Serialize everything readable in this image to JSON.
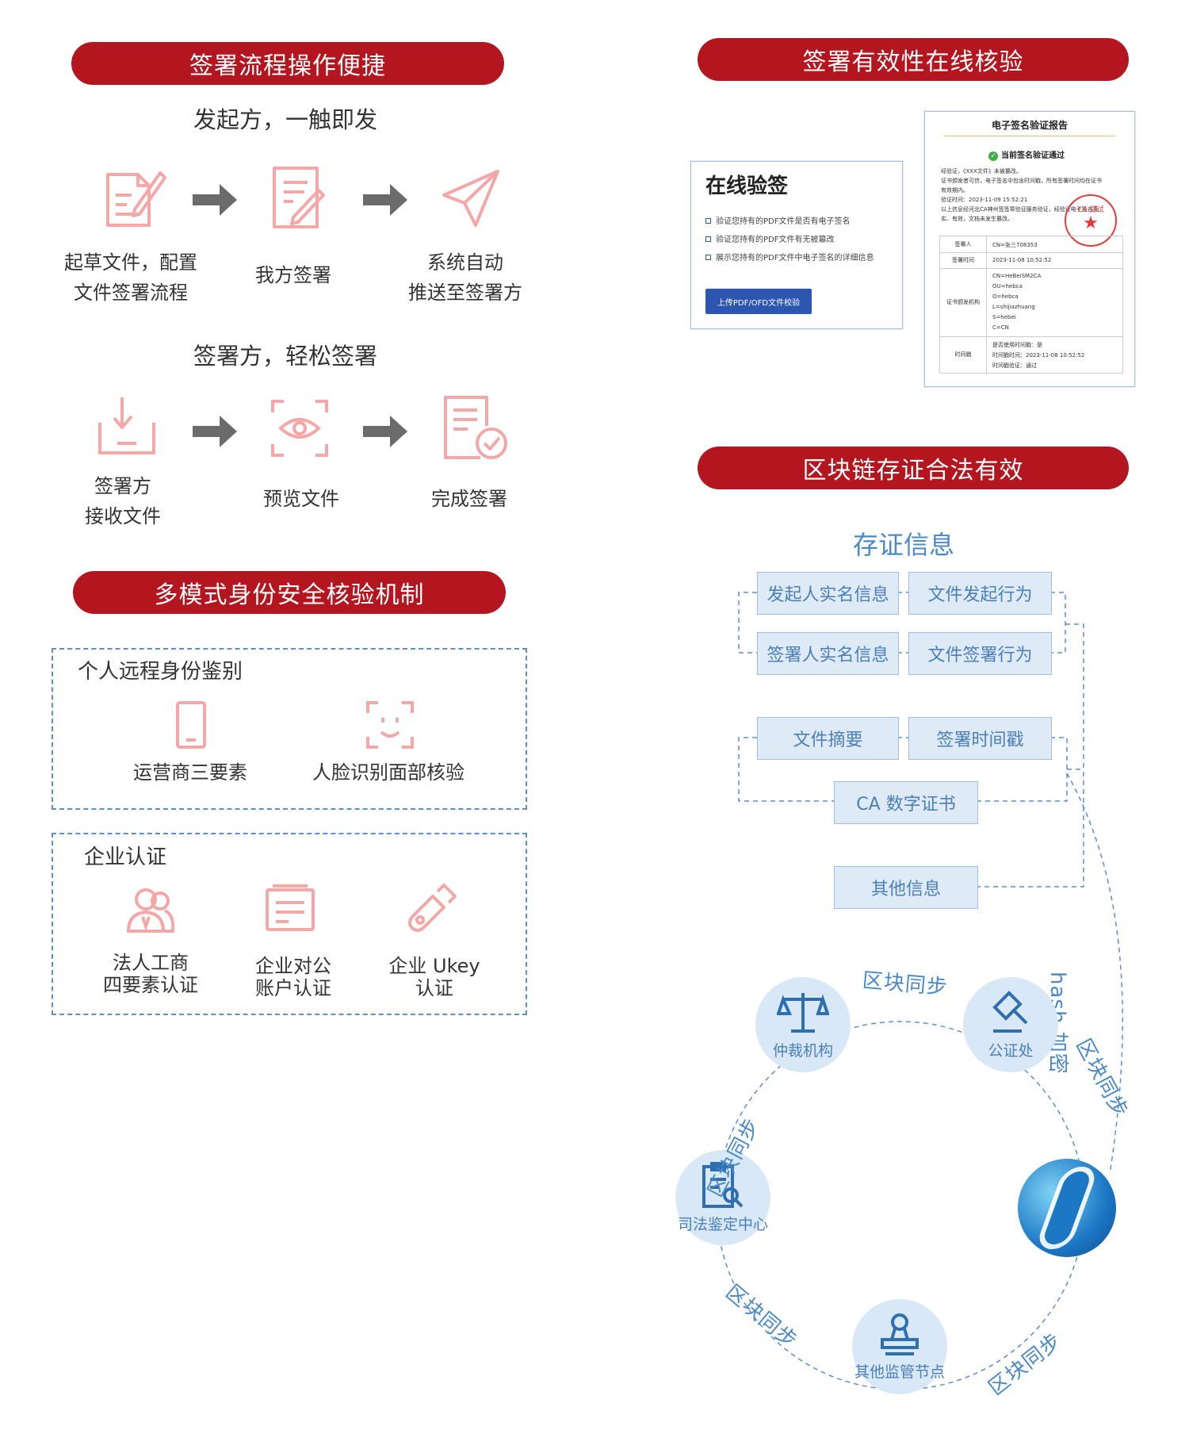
{
  "left": {
    "section1": {
      "title": "签署流程操作便捷",
      "initiator": "发起方，一触即发",
      "initiator_steps": [
        {
          "line1": "起草文件，配置",
          "line2": "文件签署流程"
        },
        {
          "line1": "我方签署",
          "line2": ""
        },
        {
          "line1": "系统自动",
          "line2": "推送至签署方"
        }
      ],
      "signer": "签署方，轻松签署",
      "signer_steps": [
        {
          "line1": "签署方",
          "line2": "接收文件"
        },
        {
          "line1": "预览文件",
          "line2": ""
        },
        {
          "line1": "完成签署",
          "line2": ""
        }
      ]
    },
    "section2": {
      "title": "多模式身份安全核验机制",
      "personal_title": "个人远程身份鉴别",
      "personal_items": [
        "运营商三要素",
        "人脸识别面部核验"
      ],
      "enterprise_title": "企业认证",
      "enterprise_items": [
        {
          "line1": "法人工商",
          "line2": "四要素认证"
        },
        {
          "line1": "企业对公",
          "line2": "账户认证"
        },
        {
          "line1": "企业 Ukey",
          "line2": "认证"
        }
      ]
    }
  },
  "right": {
    "section1": {
      "title": "签署有效性在线核验",
      "card_title": "在线验签",
      "card_items": [
        "验证您持有的PDF文件是否有电子签名",
        "验证您持有的PDF文件有无被篡改",
        "展示您持有的PDF文件中电子签名的详细信息"
      ],
      "card_button": "上传PDF/OFD文件校验",
      "report": {
        "title": "电子签名验证报告",
        "status": "当前签名验证通过",
        "lines": [
          "经验证，《XXX文件》未被篡改。",
          "证书颁发者可信，电子签名中包含时间戳，所有签署时间均在证书",
          "有效期内。",
          "验证时间：2023-11-09 15:52:21",
          "以上信息经河北CA神州签签章验证服务验证，经验证电子签名真",
          "实、有效，文档未发生篡改。"
        ],
        "seal_text": "CA 测试",
        "table": [
          {
            "k": "签署人",
            "v": [
              "CN=张三708353"
            ]
          },
          {
            "k": "签署时间",
            "v": [
              "2023-11-08  10:52:52"
            ]
          },
          {
            "k": "证书颁发机构",
            "v": [
              "CN=HeBeiSM2CA",
              "OU=hebca",
              "O=hebca",
              "L=shijiazhuang",
              "S=hebei",
              "C=CN"
            ]
          },
          {
            "k": "时间戳",
            "v": [
              "是否使用时间戳：是",
              "时间戳时间：2023-11-08  10:52:52",
              "时间戳验证：通过"
            ]
          }
        ]
      }
    },
    "section2": {
      "title": "区块链存证合法有效",
      "evidence_title": "存证信息",
      "evidence": [
        "发起人实名信息",
        "文件发起行为",
        "签署人实名信息",
        "文件签署行为",
        "文件摘要",
        "签署时间戳",
        "CA 数字证书",
        "其他信息"
      ],
      "hash_label": "hash 加密",
      "nodes": [
        "仲裁机构",
        "公证处",
        "司法鉴定中心",
        "其他监管节点"
      ],
      "sync_label": "区块同步"
    }
  },
  "colors": {
    "brand_red": "#b3161f",
    "icon_pink": "#f4a7a7",
    "accent_blue": "#4a89c8",
    "box_blue": "#dfeaf7"
  }
}
